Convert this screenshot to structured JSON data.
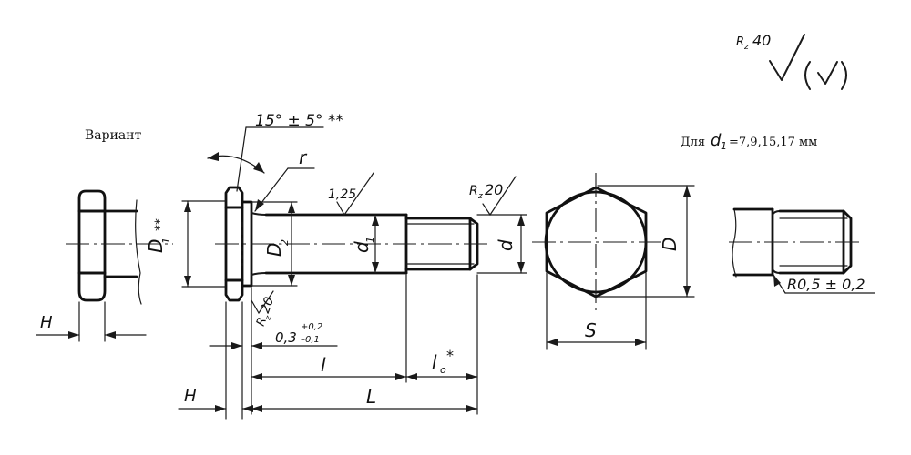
{
  "labels": {
    "variant": "Вариант",
    "note": "Для",
    "note_symbol": "d",
    "note_subscript": "1",
    "note_values": "=7,9,15,17 мм",
    "angle": "15° ± 5° **",
    "radius_r": "r",
    "roughness_shank": "1,25",
    "roughness_thread": "R",
    "roughness_thread_sub": "z",
    "roughness_thread_val": "20",
    "roughness_under_head": "R",
    "roughness_under_head_sub": "z",
    "roughness_under_head_val": "20",
    "roughness_general": "R",
    "roughness_general_sub": "z",
    "roughness_general_val": "40",
    "D_head_sym": "D",
    "D_head_sub": "1",
    "D_head_mark": "**",
    "D2_sym": "D",
    "D2_sub": "2",
    "d1_sym": "d",
    "d1_sub": "1",
    "d_sym": "d",
    "D_sym": "D",
    "S_sym": "S",
    "H_variant": "H",
    "H_main": "H",
    "chamfer_base": "0,3",
    "chamfer_upper": "+0,2",
    "chamfer_lower": "–0,1",
    "l_sym": "l",
    "l0_sym": "l",
    "l0_sub": "o",
    "l0_mark": "*",
    "L_sym": "L",
    "R05": "R0,5 ± 0,2"
  }
}
